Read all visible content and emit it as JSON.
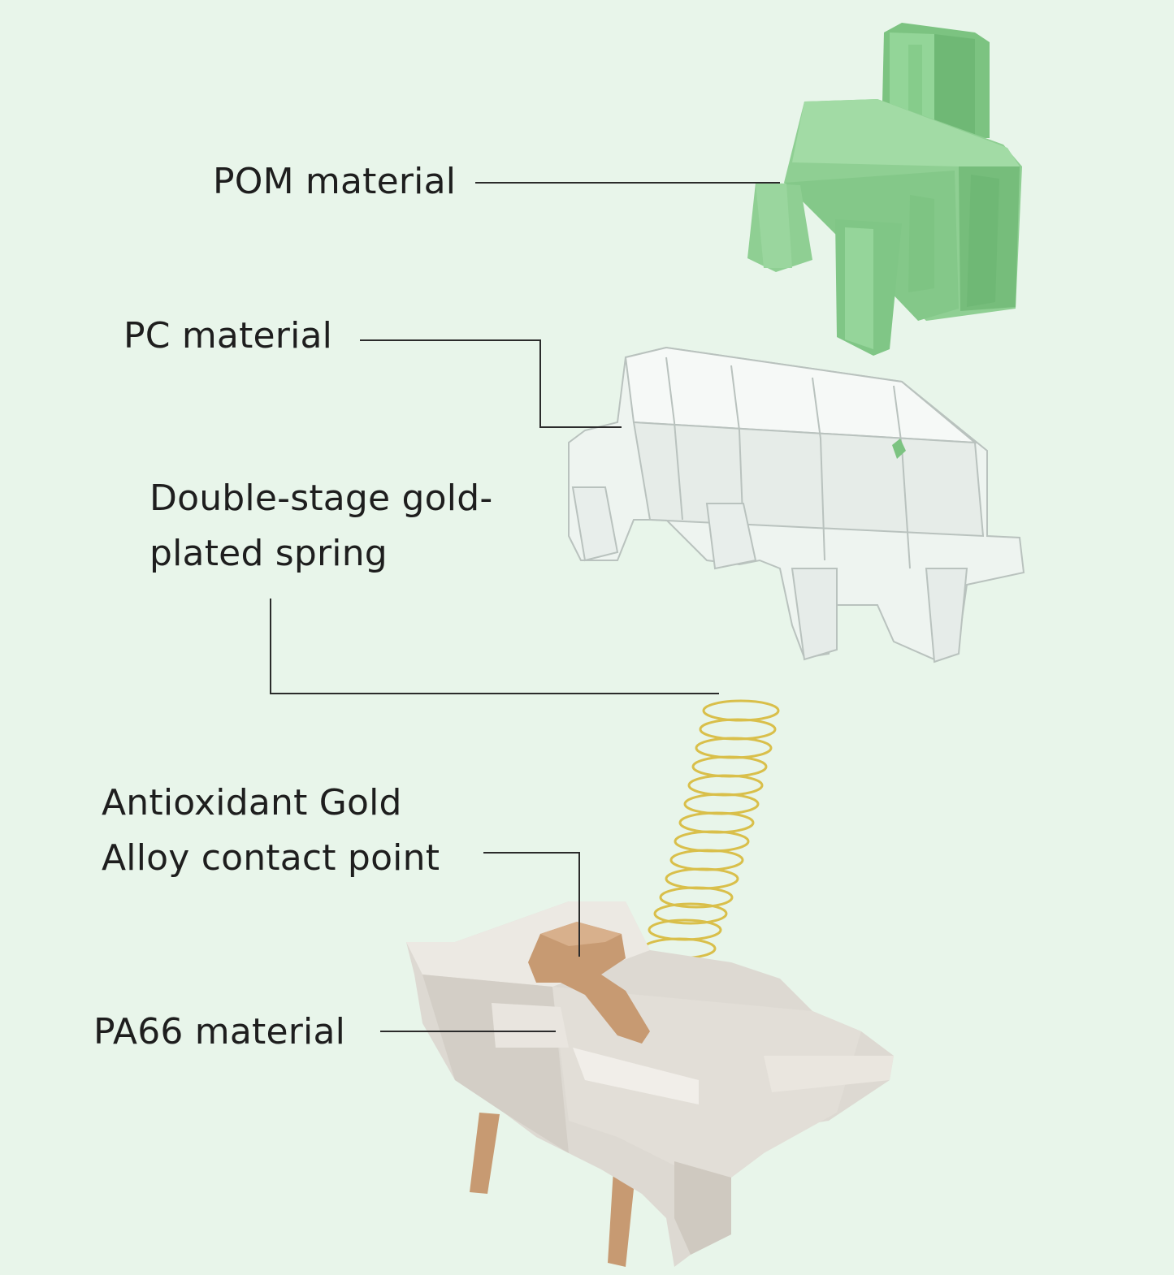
{
  "labels": {
    "pom": "POM material",
    "pc": "PC material",
    "spring_line1": "Double-stage gold-",
    "spring_line2": "plated spring",
    "contact_line1": "Antioxidant Gold",
    "contact_line2": "Alloy contact point",
    "pa66": "PA66 material"
  },
  "colors": {
    "background": "#e8f5ea",
    "stem": "#8fcf93",
    "top_housing": "#eef3f0",
    "spring": "#e6cf63",
    "contact": "#c79a72",
    "bottom_housing": "#ddd9d2",
    "leader_line": "#2b2b2b"
  }
}
